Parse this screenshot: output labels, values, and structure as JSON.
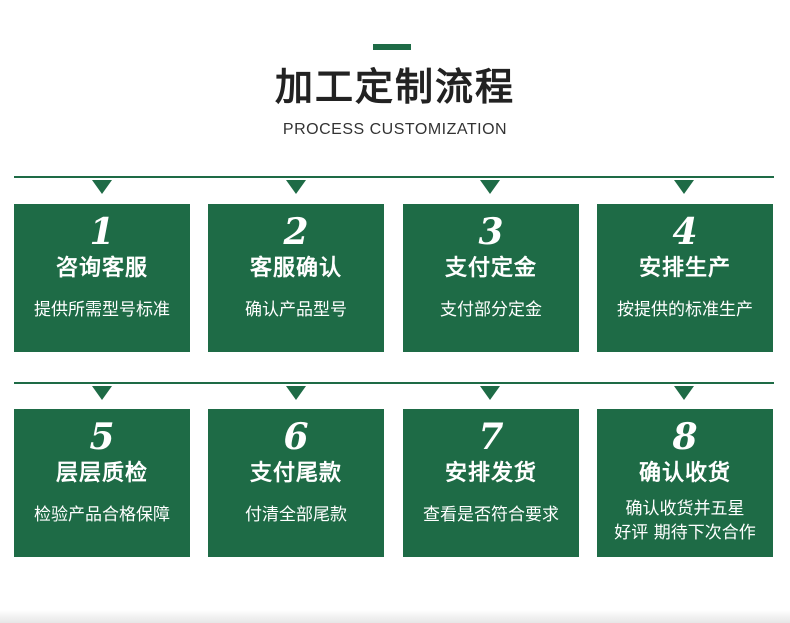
{
  "header": {
    "title": "加工定制流程",
    "subtitle": "PROCESS CUSTOMIZATION"
  },
  "colors": {
    "accent": "#1e6b46",
    "text_dark": "#222222",
    "card_text": "#ffffff"
  },
  "steps": [
    {
      "number": "1",
      "name": "咨询客服",
      "desc": "提供所需型号标准"
    },
    {
      "number": "2",
      "name": "客服确认",
      "desc": "确认产品型号"
    },
    {
      "number": "3",
      "name": "支付定金",
      "desc": "支付部分定金"
    },
    {
      "number": "4",
      "name": "安排生产",
      "desc": "按提供的标准生产"
    },
    {
      "number": "5",
      "name": "层层质检",
      "desc": "检验产品合格保障"
    },
    {
      "number": "6",
      "name": "支付尾款",
      "desc": "付清全部尾款"
    },
    {
      "number": "7",
      "name": "安排发货",
      "desc": "查看是否符合要求"
    },
    {
      "number": "8",
      "name": "确认收货",
      "desc": "确认收货并五星\n好评 期待下次合作"
    }
  ]
}
